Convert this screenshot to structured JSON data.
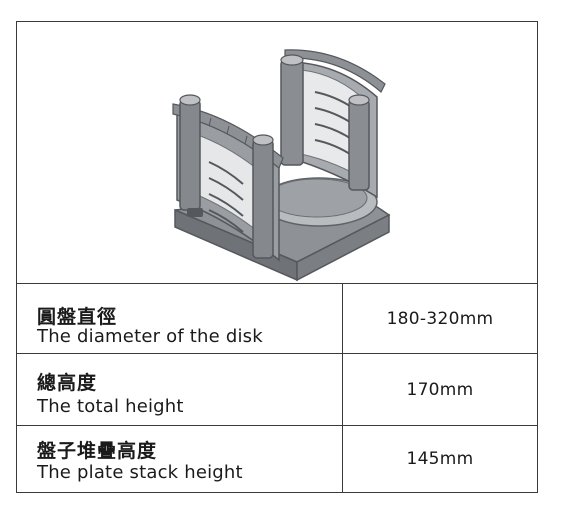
{
  "image": {
    "subject": "dish-rack-icon"
  },
  "specs": [
    {
      "label_cn": "圓盤直徑",
      "label_en": "The diameter of the disk",
      "value": "180-320mm"
    },
    {
      "label_cn": "總高度",
      "label_en": "The total height",
      "value": "170mm"
    },
    {
      "label_cn": "盤子堆疊高度",
      "label_en": "The plate stack height",
      "value": "145mm"
    }
  ]
}
